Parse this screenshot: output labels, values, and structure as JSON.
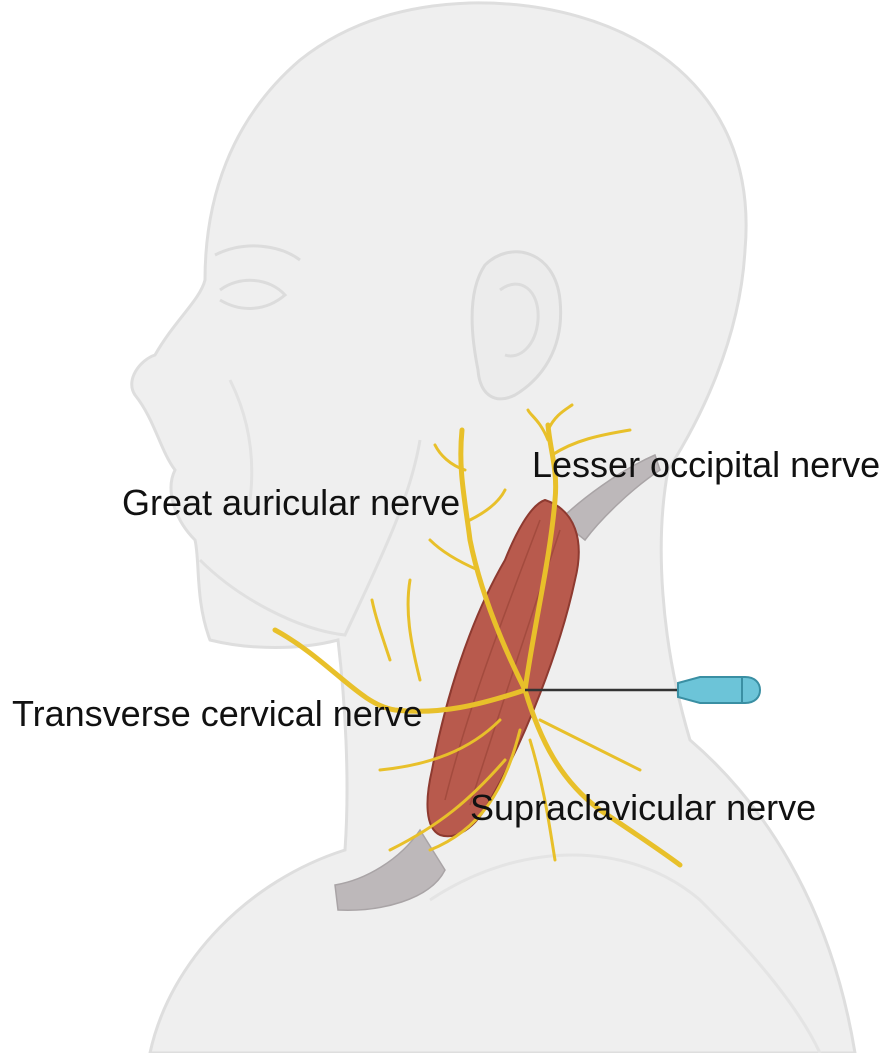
{
  "labels": {
    "great_auricular": "Great auricular nerve",
    "lesser_occipital": "Lesser occipital nerve",
    "transverse_cervical": "Transverse cervical nerve",
    "supraclavicular": "Supraclavicular nerve"
  },
  "colors": {
    "skin_fill": "#eeeeee",
    "skin_outline": "#dcdcdc",
    "muscle": "#b85a4d",
    "muscle_dark": "#8e3a30",
    "tendon": "#b8b3b5",
    "nerve": "#e8c02a",
    "nerve_light": "#f6dc5a",
    "needle_hub": "#6cc4d8",
    "needle_shaft": "#333333",
    "text": "#111111"
  }
}
